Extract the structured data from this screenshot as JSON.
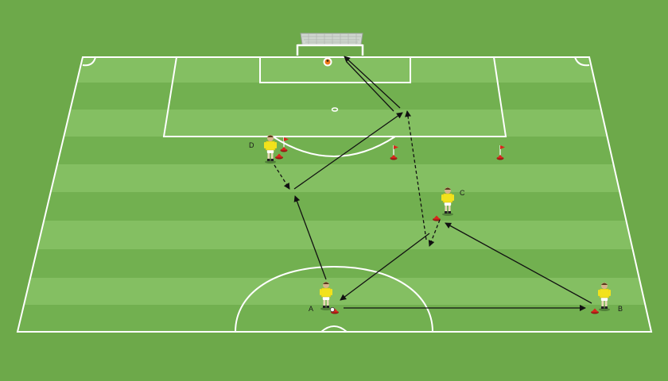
{
  "diagram": {
    "players": [
      {
        "id": "A",
        "label": "A"
      },
      {
        "id": "B",
        "label": "B"
      },
      {
        "id": "C",
        "label": "C"
      },
      {
        "id": "D",
        "label": "D"
      }
    ],
    "colors": {
      "grass_light": "#7cb85a",
      "grass_dark": "#6aa84a",
      "line": "#ffffff",
      "jersey": "#f2e21c",
      "cone": "#d9261c",
      "arrow": "#111111"
    }
  }
}
